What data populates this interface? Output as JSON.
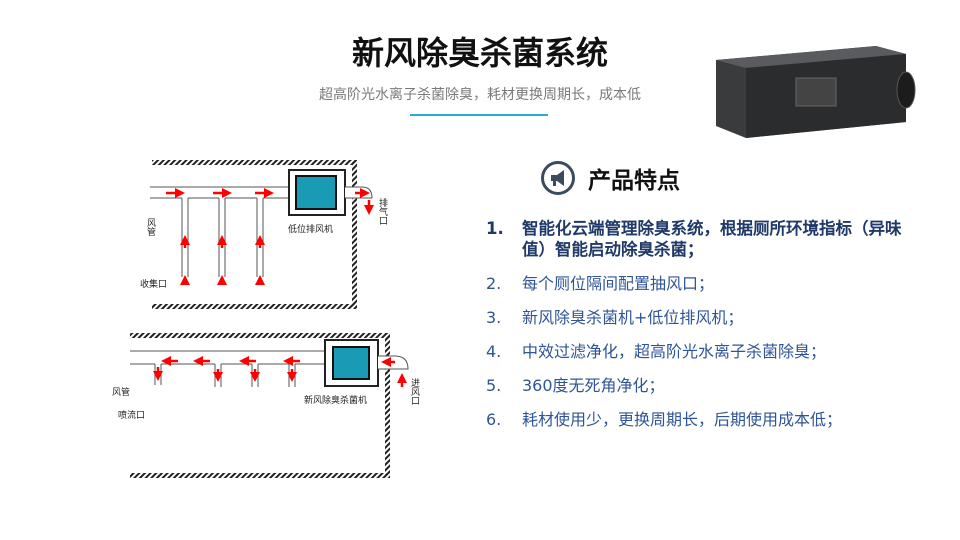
{
  "title": "新风除臭杀菌系统",
  "subtitle": "超高阶光水离子杀菌除臭，耗材更换周期长，成本低",
  "features": {
    "heading": "产品特点",
    "items": [
      {
        "num": "1.",
        "text": "智能化云端管理除臭系统，根据厕所环境指标（异味值）智能启动除臭杀菌；"
      },
      {
        "num": "2.",
        "text": "每个厕位隔间配置抽风口；"
      },
      {
        "num": "3.",
        "text": "新风除臭杀菌机+低位排风机；"
      },
      {
        "num": "4.",
        "text": "中效过滤净化，超高阶光水离子杀菌除臭；"
      },
      {
        "num": "5.",
        "text": "360度无死角净化；"
      },
      {
        "num": "6.",
        "text": "耗材使用少，更换周期长，后期使用成本低；"
      }
    ]
  },
  "diagram1": {
    "duct": "风管",
    "collector": "收集口",
    "fan": "低位排风机",
    "exhaust": "排气口"
  },
  "diagram2": {
    "duct": "风管",
    "nozzle": "喷流口",
    "unit": "新风除臭杀菌机",
    "intake": "进风口"
  },
  "colors": {
    "accent": "#29abd6",
    "arrow": "#ff0000",
    "unit": "#1a9bb5"
  }
}
